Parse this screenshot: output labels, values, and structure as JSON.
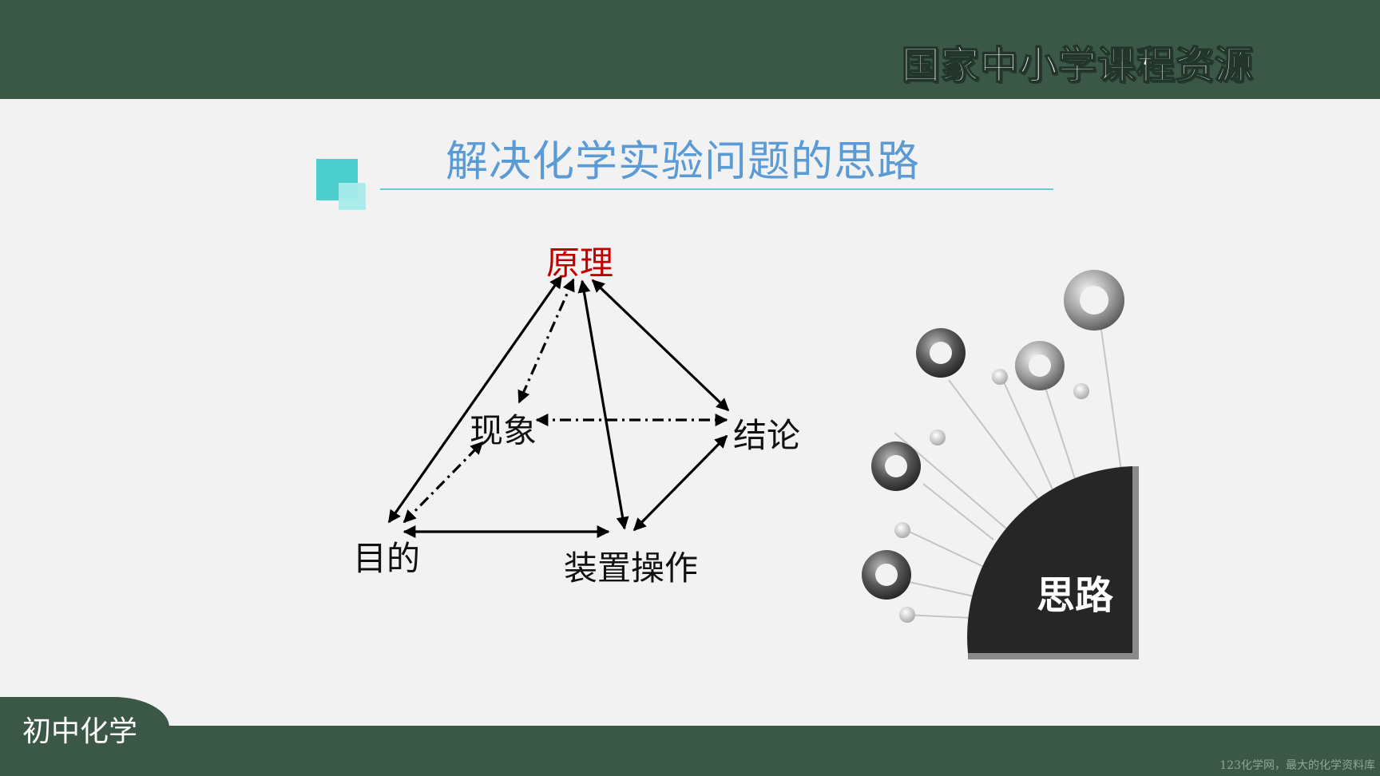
{
  "header": {
    "brand": "国家中小学课程资源"
  },
  "title": {
    "text": "解决化学实验问题的思路"
  },
  "diagram": {
    "nodes": {
      "principle": "原理",
      "phenomenon": "现象",
      "conclusion": "结论",
      "purpose": "目的",
      "apparatus": "装置操作"
    }
  },
  "graphic": {
    "label": "思路"
  },
  "footer": {
    "course": "初中化学",
    "watermark": "123化学网，最大的化学资料库"
  },
  "colors": {
    "band": "#3b5745",
    "title": "#5b9bd5",
    "principle": "#c00000",
    "accent": "#4ecfcf"
  }
}
